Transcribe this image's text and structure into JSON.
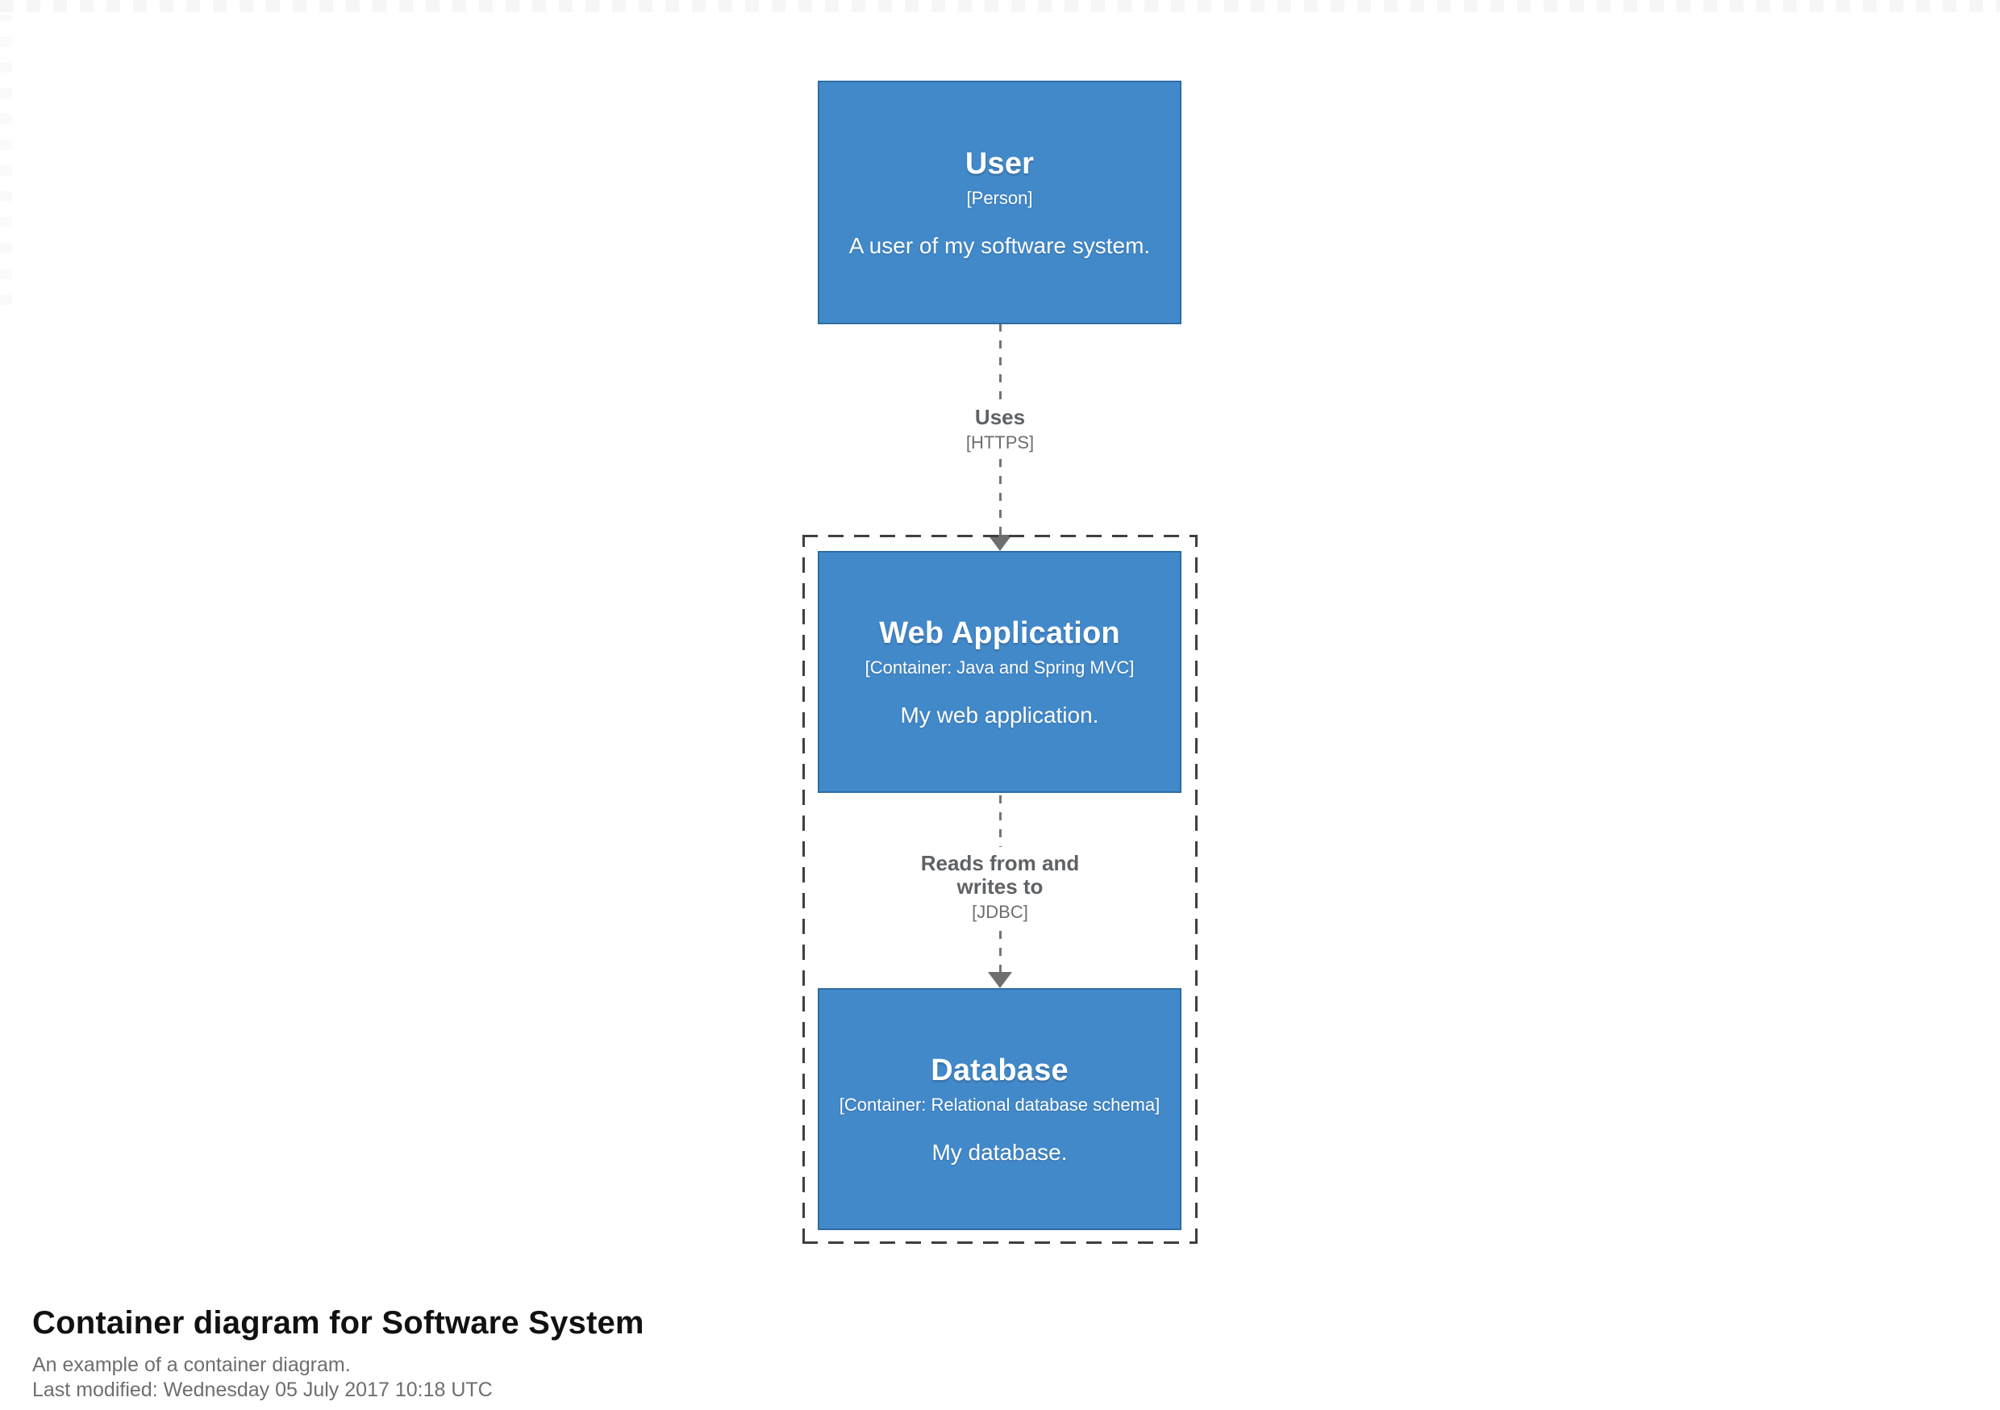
{
  "colors": {
    "element_fill": "#4289ca",
    "element_border": "#2e6da4",
    "element_text": "#ffffff",
    "relationship_color": "#6e6e6e",
    "boundary_color": "#3f3f3f",
    "title_color": "#111111",
    "subtitle_color": "#6e6e6e"
  },
  "diagram": {
    "type": "c4-container-diagram",
    "title": "Container diagram for Software System",
    "subtitle": "An example of a container diagram.",
    "last_modified": "Last modified: Wednesday 05 July 2017 10:18 UTC",
    "elements": [
      {
        "name": "User",
        "meta": "[Person]",
        "description": "A user of my software system."
      },
      {
        "name": "Web Application",
        "meta": "[Container: Java and Spring MVC]",
        "description": "My web application."
      },
      {
        "name": "Database",
        "meta": "[Container: Relational database schema]",
        "description": "My database."
      }
    ],
    "relationships": [
      {
        "label": "Uses",
        "technology": "[HTTPS]"
      },
      {
        "label": "Reads from and writes to",
        "technology": "[JDBC]"
      }
    ]
  }
}
